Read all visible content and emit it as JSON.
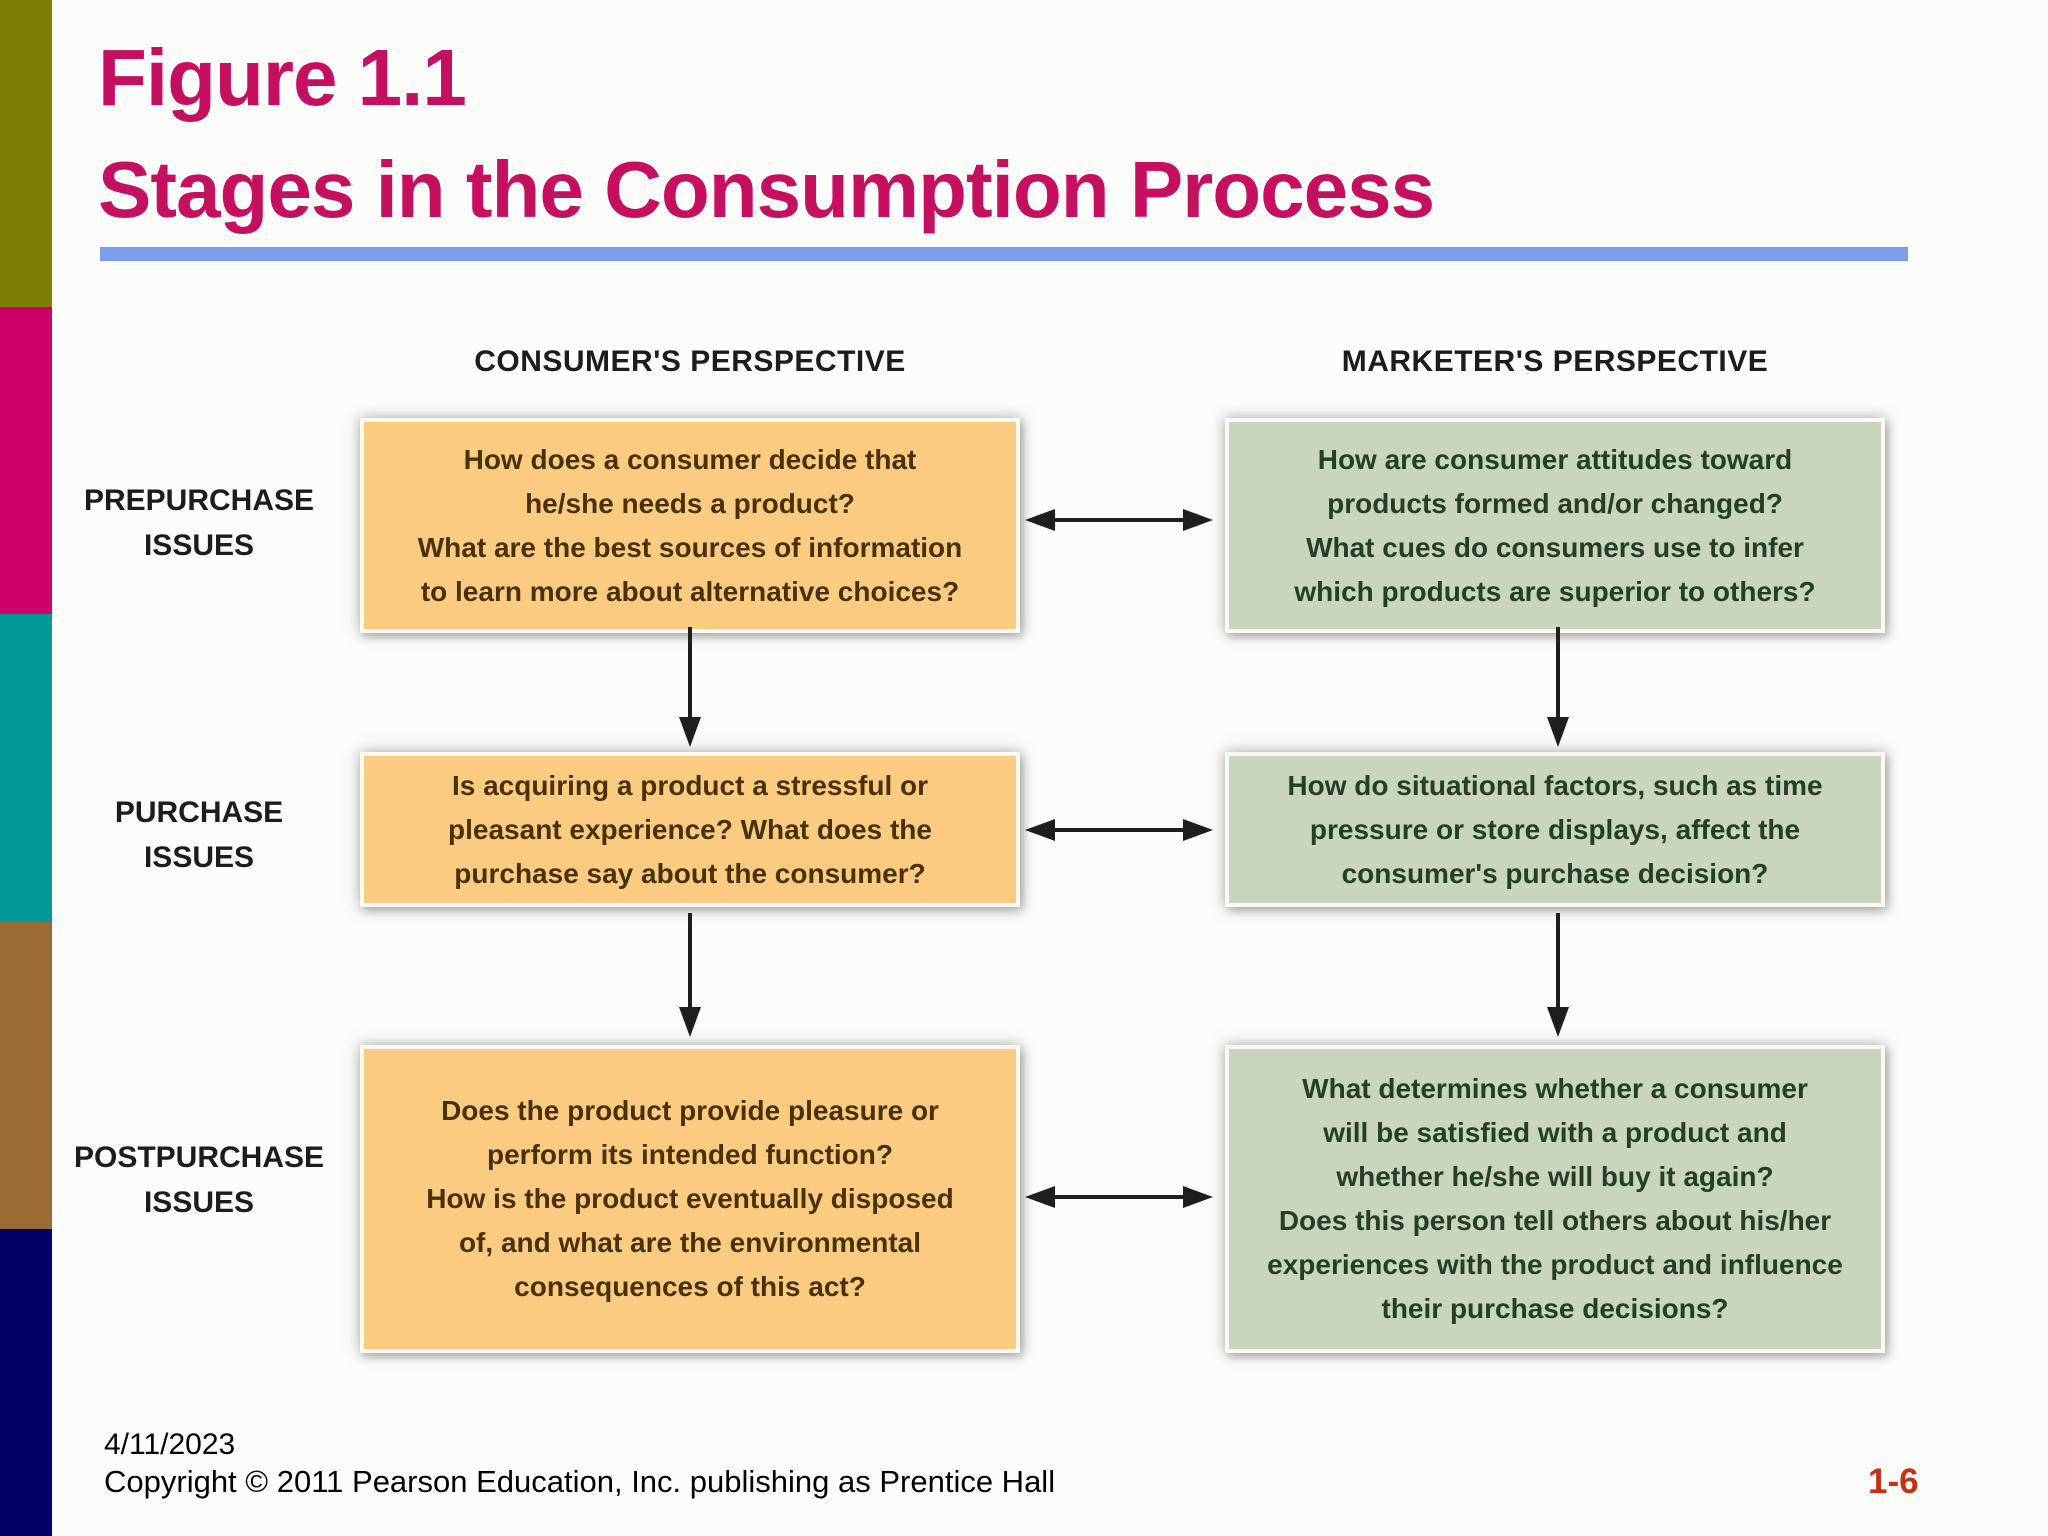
{
  "title": {
    "line1": "Figure 1.1",
    "line2": "Stages in the Consumption Process"
  },
  "diagram": {
    "column_headers": [
      "CONSUMER'S PERSPECTIVE",
      "MARKETER'S PERSPECTIVE"
    ],
    "rows": [
      {
        "label_lines": [
          "PREPURCHASE",
          "ISSUES"
        ],
        "consumer_lines": [
          "How does a consumer decide that",
          "he/she needs a product?",
          "What are the best sources of information",
          "to learn more about alternative choices?"
        ],
        "marketer_lines": [
          "How are consumer attitudes toward",
          "products formed and/or changed?",
          "What cues do consumers use to infer",
          "which products are superior to others?"
        ]
      },
      {
        "label_lines": [
          "PURCHASE",
          "ISSUES"
        ],
        "consumer_lines": [
          "Is acquiring a product a stressful or",
          "pleasant experience? What does the",
          "purchase say about the consumer?"
        ],
        "marketer_lines": [
          "How do situational factors, such as time",
          "pressure or store displays, affect the",
          "consumer's purchase decision?"
        ]
      },
      {
        "label_lines": [
          "POSTPURCHASE",
          "ISSUES"
        ],
        "consumer_lines": [
          "Does the product provide pleasure or",
          "perform its intended function?",
          "How is the product eventually disposed",
          "of, and what are the environmental",
          "consequences of this act?"
        ],
        "marketer_lines": [
          "What determines whether a consumer",
          "will be satisfied with a product and",
          "whether he/she will buy it again?",
          "Does this person tell others about his/her",
          "experiences with the product and influence",
          "their purchase decisions?"
        ]
      }
    ]
  },
  "footer": {
    "date": "4/11/2023",
    "copyright": "Copyright © 2011 Pearson Education, Inc. publishing as Prentice Hall",
    "page_number": "1-6"
  },
  "colors": {
    "title_text": "#c5105f",
    "title_underline": "#7aa0ea",
    "consumer_box_bg": "#fbcb81",
    "consumer_box_text": "#4a3208",
    "marketer_box_bg": "#c8d6bf",
    "marketer_box_text": "#263d26",
    "page_number_text": "#c43212",
    "sidebar_stripes": [
      "#7e7d05",
      "#cc0066",
      "#009999",
      "#9a6b33",
      "#000066"
    ]
  }
}
